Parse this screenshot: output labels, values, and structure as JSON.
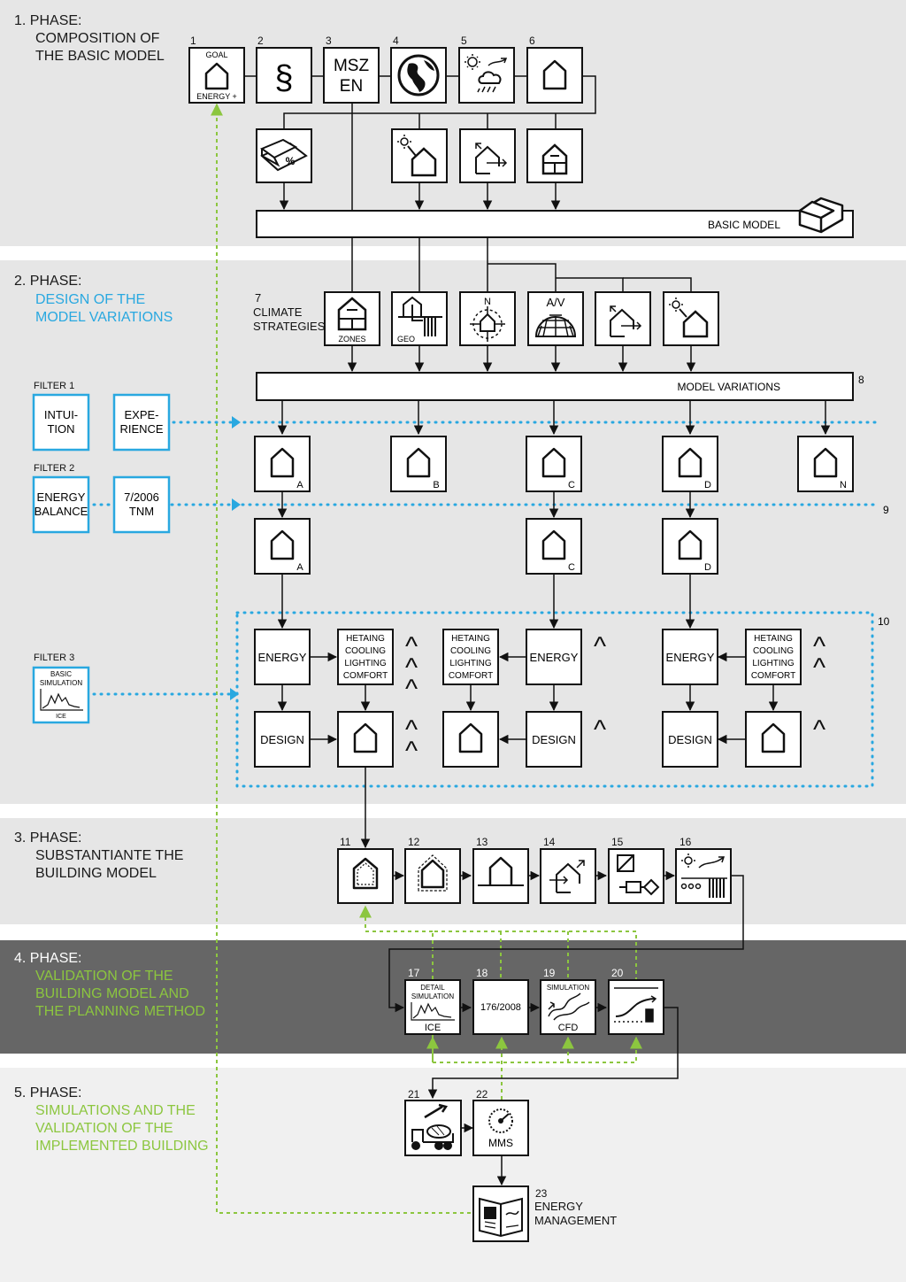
{
  "phases": [
    {
      "line1": "1. PHASE:",
      "line2": "COMPOSITION OF",
      "line3": "THE BASIC MODEL",
      "line4": "",
      "color": "#1a1a1a"
    },
    {
      "line1": "2. PHASE:",
      "line2": "DESIGN OF THE",
      "line3": "MODEL VARIATIONS",
      "line4": "",
      "color": "#29a8e0"
    },
    {
      "line1": "3. PHASE:",
      "line2": "SUBSTANTIANTE THE",
      "line3": "BUILDING MODEL",
      "line4": "",
      "color": "#1a1a1a"
    },
    {
      "line1": "4. PHASE:",
      "line2": "VALIDATION OF THE",
      "line3": "BUILDING MODEL AND",
      "line4": "THE PLANNING METHOD",
      "color": "#8cc63f"
    },
    {
      "line1": "5. PHASE:",
      "line2": "SIMULATIONS AND THE",
      "line3": "VALIDATION OF THE",
      "line4": "IMPLEMENTED BUILDING",
      "color": "#8cc63f"
    }
  ],
  "phase1": {
    "nums": [
      "1",
      "2",
      "3",
      "4",
      "5",
      "6"
    ],
    "goal": "GOAL",
    "energy_plus": "ENERGY +",
    "section": "§",
    "msz": "MSZ",
    "en": "EN",
    "percent": "%",
    "basic_model": "BASIC MODEL"
  },
  "phase2": {
    "num7": "7",
    "climate1": "CLIMATE",
    "climate2": "STRATEGIES",
    "zones": "ZONES",
    "geo": "GEO",
    "north": "N",
    "av": "A/V",
    "model_variations": "MODEL VARIATIONS",
    "num8": "8",
    "num9": "9",
    "num10": "10",
    "filter1": "FILTER 1",
    "filter2": "FILTER 2",
    "filter3": "FILTER 3",
    "intuition1": "INTUI-",
    "intuition2": "TION",
    "experience1": "EXPE-",
    "experience2": "RIENCE",
    "energy_balance1": "ENERGY",
    "energy_balance2": "BALANCE",
    "tnm1": "7/2006",
    "tnm2": "TNM",
    "basic_sim1": "BASIC",
    "basic_sim2": "SIMULATION",
    "basic_sim_ice": "ICE",
    "variants": [
      "A",
      "B",
      "C",
      "D",
      "N"
    ],
    "energy": "ENERGY",
    "design": "DESIGN",
    "hcl": [
      "HETAING",
      "COOLING",
      "LIGHTING",
      "COMFORT"
    ],
    "caret": "^"
  },
  "phase3": {
    "nums": [
      "11",
      "12",
      "13",
      "14",
      "15",
      "16"
    ]
  },
  "phase4": {
    "nums": [
      "17",
      "18",
      "19",
      "20"
    ],
    "detail": "DETAIL",
    "simulation": "SIMULATION",
    "ice": "ICE",
    "law": "176/2008",
    "cfd": "CFD"
  },
  "phase5": {
    "nums": [
      "21",
      "22",
      "23"
    ],
    "mms": "MMS",
    "em1": "ENERGY",
    "em2": "MANAGEMENT"
  },
  "colors": {
    "blue": "#29a8e0",
    "green": "#8cc63f",
    "band_light": "#e6e6e6",
    "band_dark": "#666666"
  }
}
